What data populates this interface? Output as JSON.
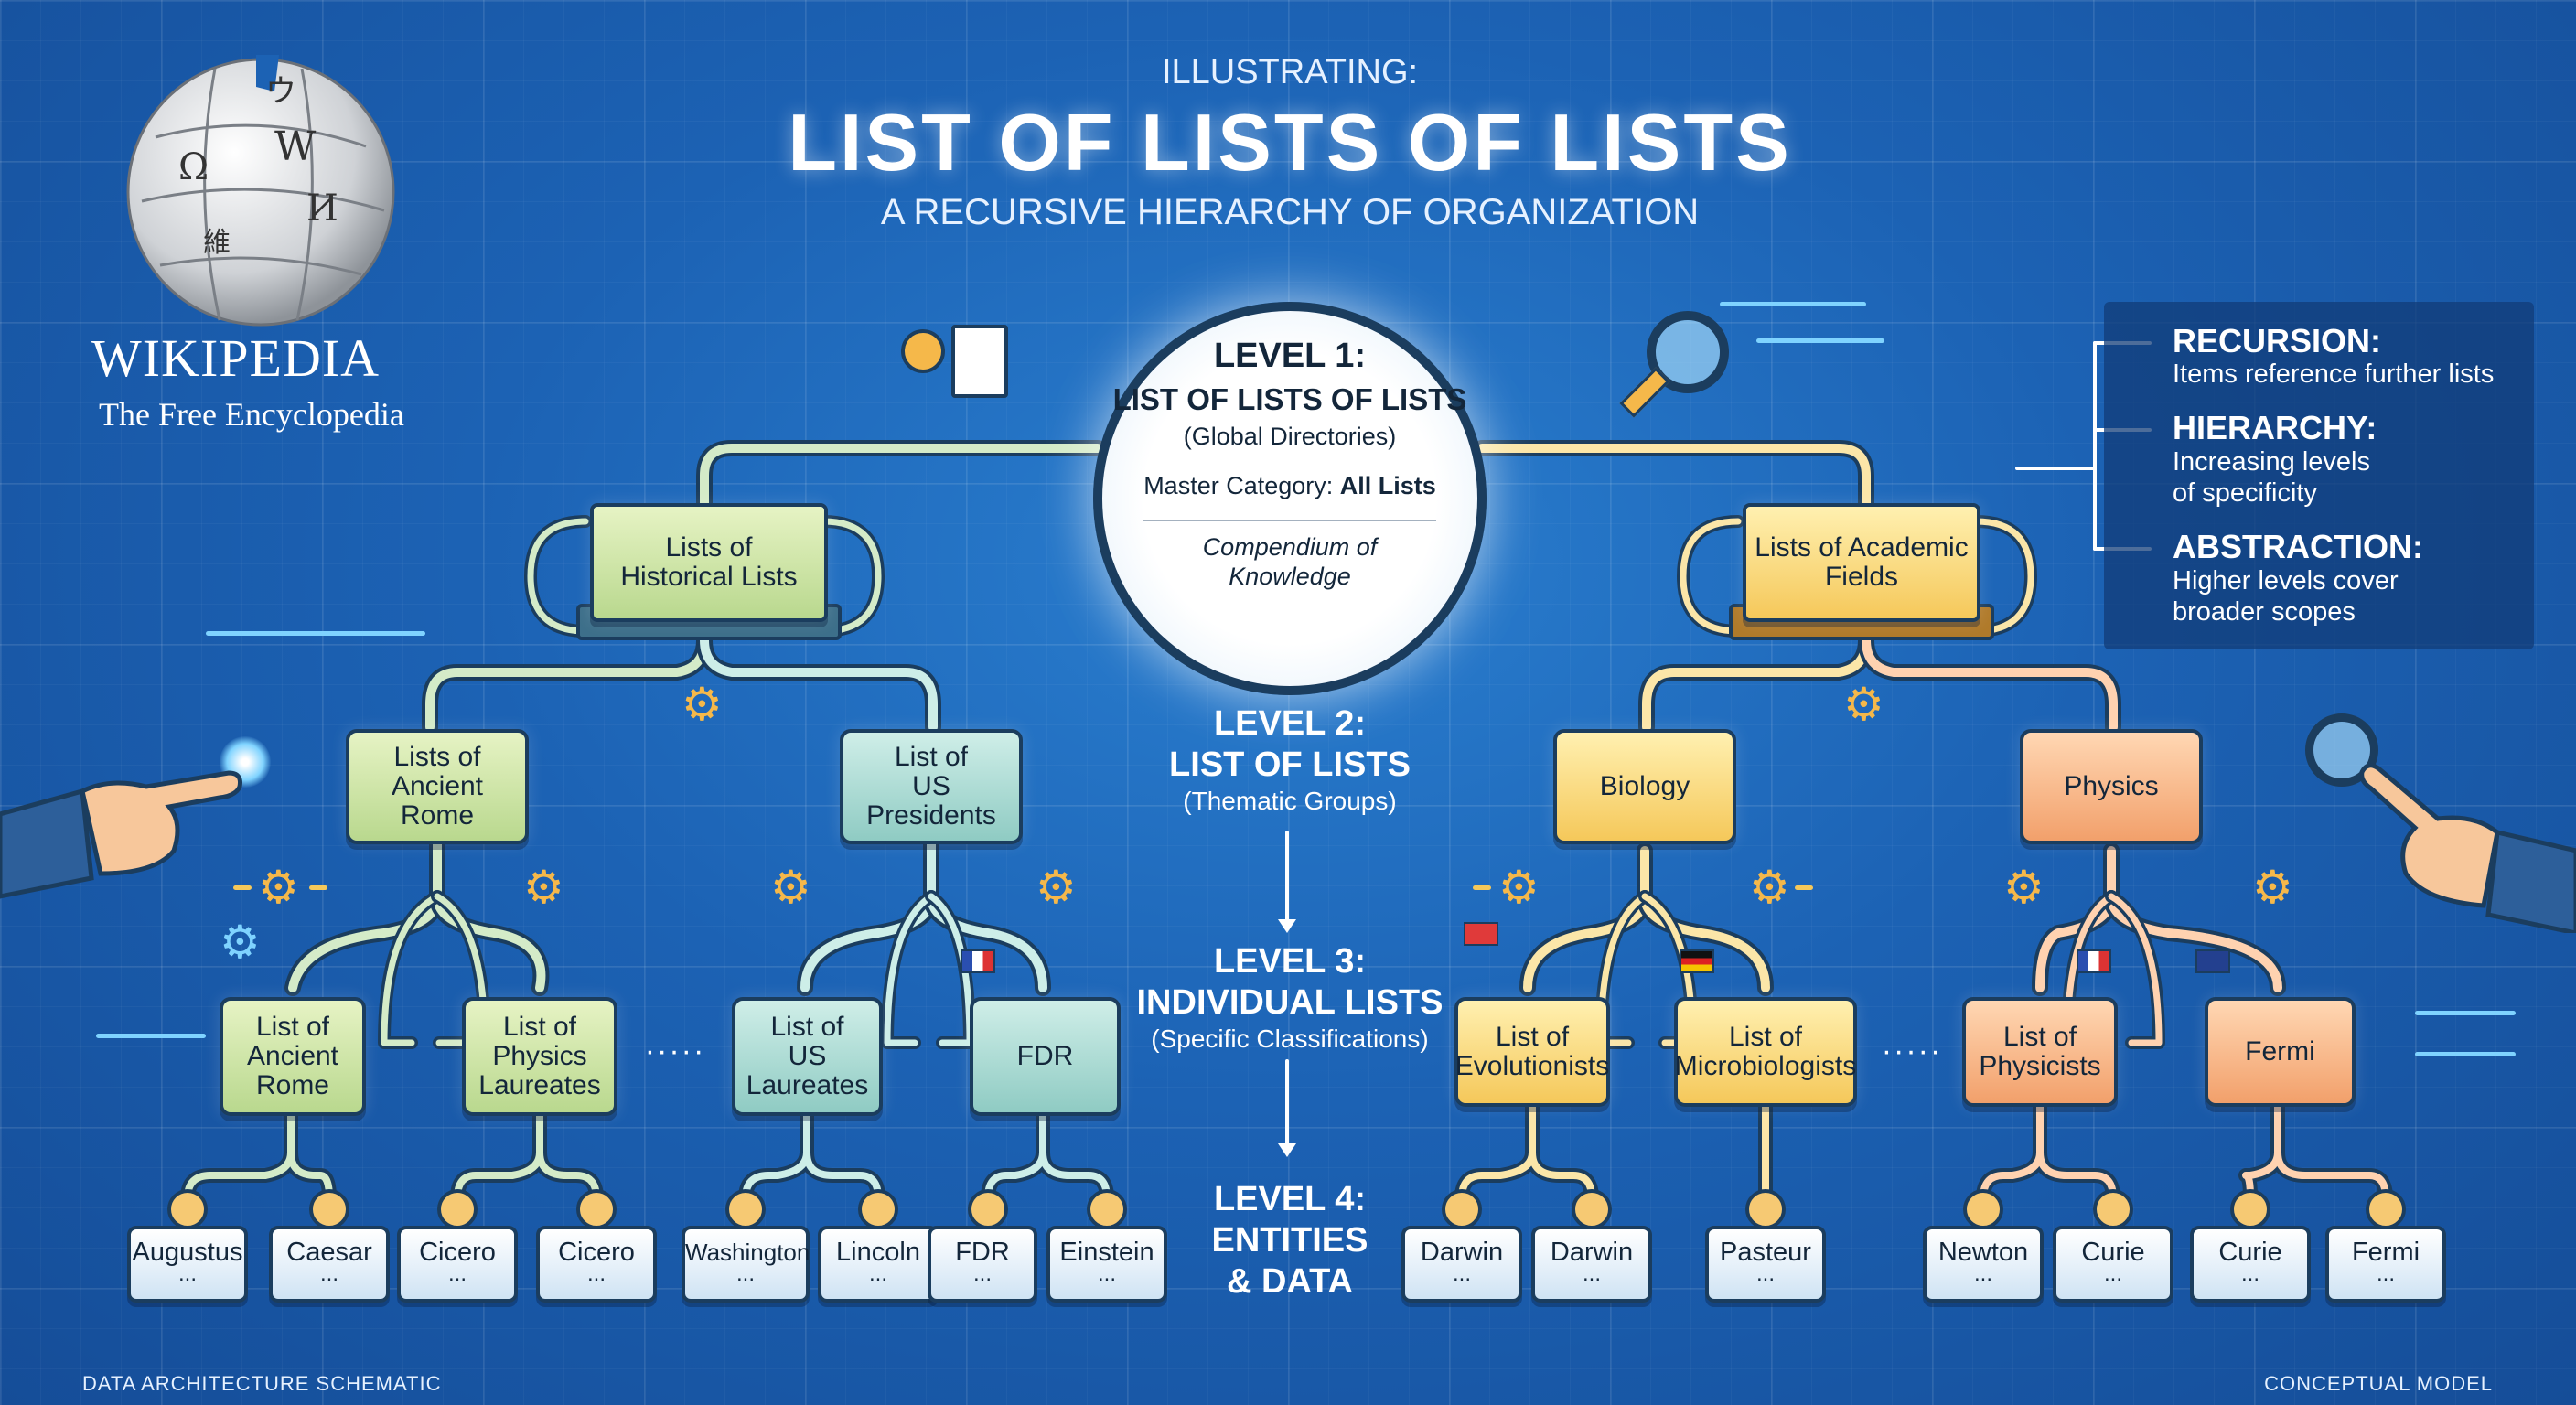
{
  "header": {
    "kicker": "ILLUSTRATING:",
    "title": "LIST OF LISTS OF LISTS",
    "subtitle": "A RECURSIVE HIERARCHY OF ORGANIZATION"
  },
  "logo": {
    "wordmark": "WIKIPEDIA",
    "tagline": "The Free Encyclopedia",
    "puzzle_glyphs": [
      "Ω",
      "W",
      "И",
      "維",
      "ウ"
    ]
  },
  "center": {
    "level1_title": "LEVEL 1:",
    "level1_name": "LIST OF LISTS OF LISTS",
    "level1_desc": "(Global Directories)",
    "master_label": "Master Category:",
    "master_value": "All Lists",
    "compendium": "Compendium of\nKnowledge"
  },
  "levels": {
    "l2_title": "LEVEL 2:",
    "l2_name": "LIST OF LISTS",
    "l2_desc": "(Thematic Groups)",
    "l3_title": "LEVEL 3:",
    "l3_name": "INDIVIDUAL LISTS",
    "l3_desc": "(Specific Classifications)",
    "l4_title": "LEVEL 4:",
    "l4_name": "ENTITIES",
    "l4_name2": "& DATA"
  },
  "legend": {
    "items": [
      {
        "title": "RECURSION:",
        "desc": "Items reference further lists"
      },
      {
        "title": "HIERARCHY:",
        "desc": "Increasing levels\nof specificity"
      },
      {
        "title": "ABSTRACTION:",
        "desc": "Higher levels cover\nbroader scopes"
      }
    ]
  },
  "tree": {
    "left_book": "Lists of\nHistorical Lists",
    "right_book": "Lists of Academic\nFields",
    "l2": [
      "Lists of\nAncient Rome",
      "List of\nUS Presidents",
      "Biology",
      "Physics"
    ],
    "l3": [
      "List of\nAncient\nRome",
      "List of\nPhysics\nLaureates",
      "List of\nUS\nLaureates",
      "FDR",
      "List of\nEvolutionists",
      "List of\nMicrobiologists",
      "List of\nPhysicists",
      "Fermi"
    ],
    "l4": [
      "Augustus",
      "Caesar",
      "Cicero",
      "Cicero",
      "Washington",
      "Lincoln",
      "FDR",
      "Einstein",
      "Darwin",
      "Darwin",
      "Pasteur",
      "Newton",
      "Curie",
      "Curie",
      "Fermi"
    ],
    "ellipsis": "·····",
    "leaf_dots": "..."
  },
  "footer": {
    "left": "DATA ARCHITECTURE SCHEMATIC",
    "right": "CONCEPTUAL MODEL"
  },
  "colors": {
    "background": "#1c62b4",
    "green": "#b9d88e",
    "teal": "#8fcbc3",
    "yellow": "#f5c85a",
    "orange": "#f2a06b",
    "outline": "#1b3d5e"
  }
}
